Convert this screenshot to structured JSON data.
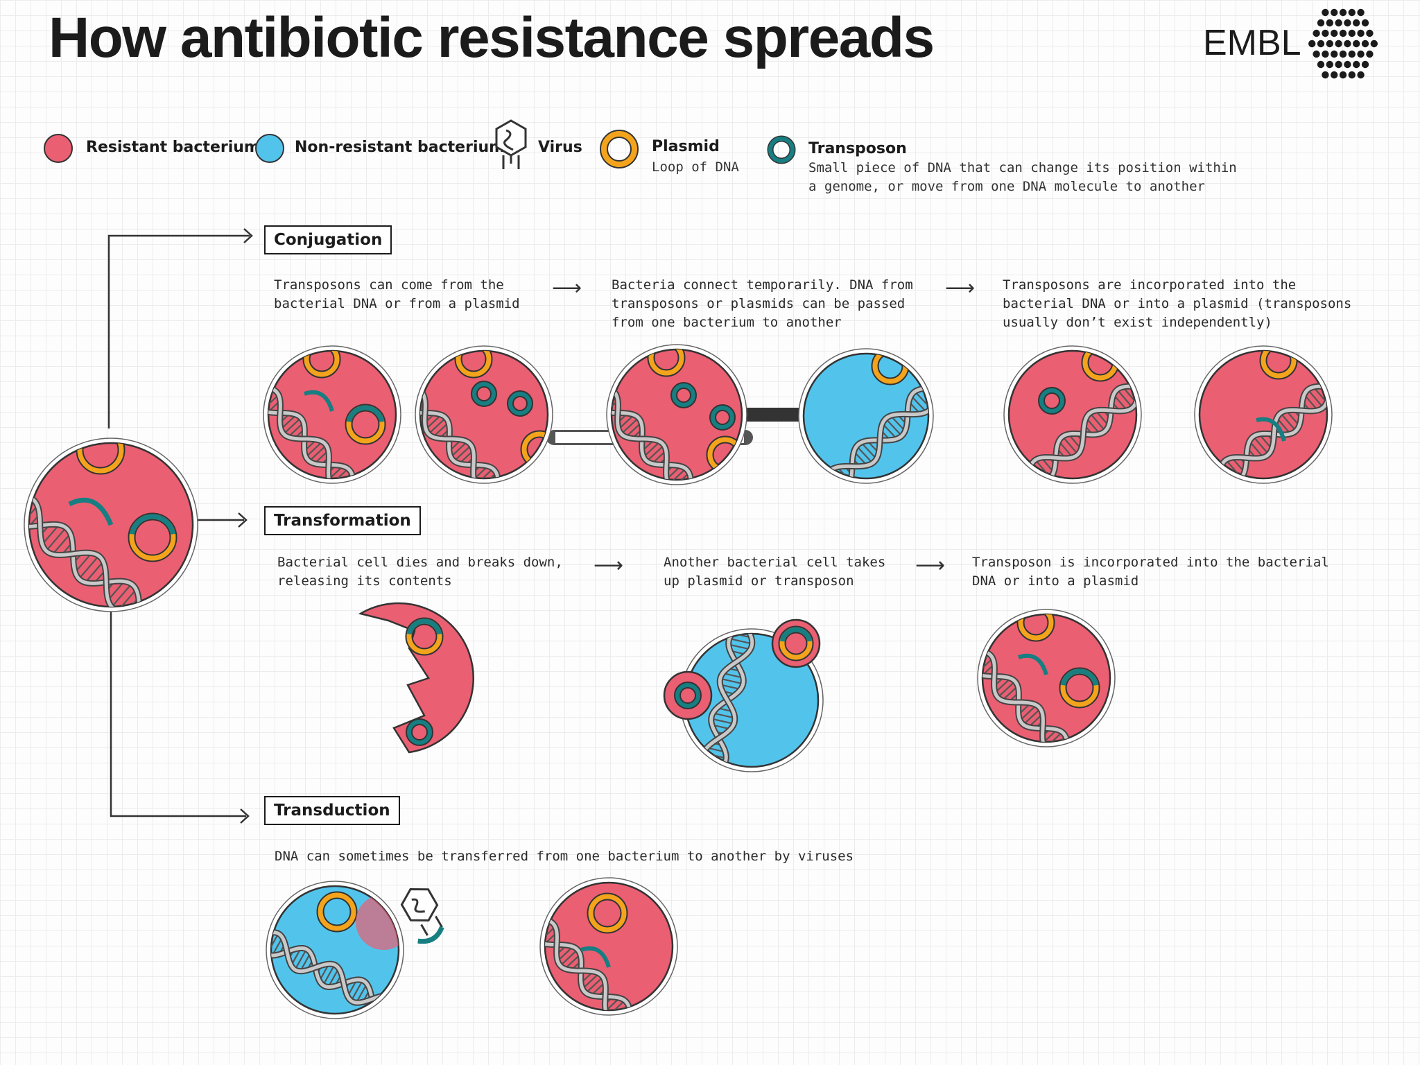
{
  "title": "How antibiotic resistance spreads",
  "logo": {
    "text": "EMBL",
    "icon": "embl-hexagon-logo"
  },
  "colors": {
    "resistant": "#ea5f72",
    "non_resistant": "#52c4ec",
    "plasmid": "#f3a41c",
    "transposon": "#177e82",
    "outline": "#333333"
  },
  "legend": {
    "resistant": "Resistant bacterium",
    "non_resistant": "Non-resistant bacterium",
    "virus": "Virus",
    "plasmid": "Plasmid",
    "plasmid_sub": "Loop of DNA",
    "transposon": "Transposon",
    "transposon_sub_1": "Small piece of DNA that can change its position within",
    "transposon_sub_2": "a genome, or move from one DNA molecule to another"
  },
  "conjugation": {
    "label": "Conjugation",
    "step1_l1": "Transposons can come from the",
    "step1_l2": "bacterial DNA or from a plasmid",
    "step2_l1": "Bacteria connect temporarily. DNA from",
    "step2_l2": "transposons or plasmids can be passed",
    "step2_l3": "from one bacterium to another",
    "step3_l1": "Transposons are incorporated into the",
    "step3_l2": "bacterial DNA or into a plasmid (transposons",
    "step3_l3": "usually don’t exist independently)"
  },
  "transformation": {
    "label": "Transformation",
    "step1_l1": "Bacterial cell dies and breaks down,",
    "step1_l2": "releasing its contents",
    "step2_l1": "Another bacterial cell takes",
    "step2_l2": "up plasmid or transposon",
    "step3_l1": "Transposon is incorporated into the bacterial",
    "step3_l2": "DNA or into a plasmid"
  },
  "transduction": {
    "label": "Transduction",
    "step1": "DNA can sometimes be transferred from one bacterium to another by viruses"
  },
  "arrow_glyph": "⟶"
}
